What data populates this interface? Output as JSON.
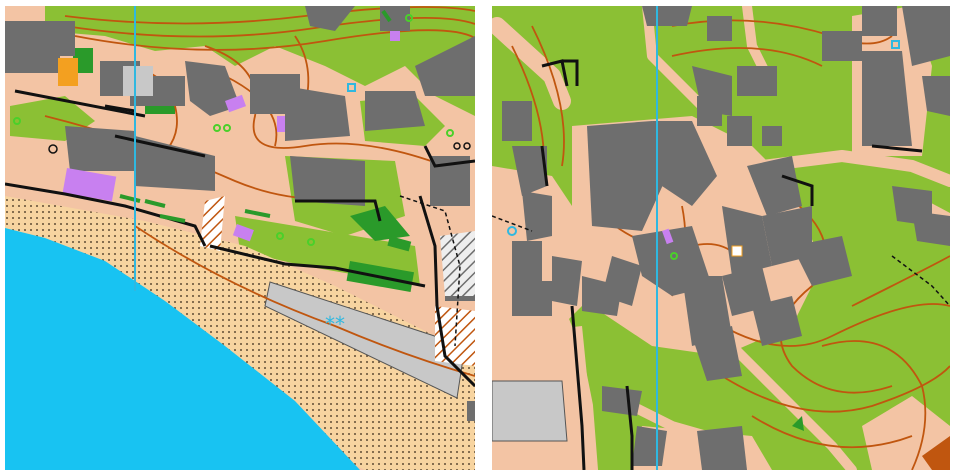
{
  "maps": [
    {
      "name": "left-panel",
      "description_terrain": [
        "sea",
        "beach",
        "paved-area",
        "buildings",
        "forest",
        "contours",
        "grid-line"
      ]
    },
    {
      "name": "right-panel",
      "description_terrain": [
        "open-land",
        "paved-area",
        "buildings",
        "contours",
        "grid-line"
      ]
    }
  ],
  "colors": {
    "paved": "#f3c4a4",
    "building": "#6e6e6e",
    "green_light": "#8bc034",
    "green_dark": "#2a9a2a",
    "sea": "#18c3f2",
    "sand": "#f7d4a0",
    "contour": "#c0560f",
    "grid": "#2fb8e0",
    "purple": "#c880f0",
    "wall": "#111111",
    "concrete": "#c8c8c8",
    "orange": "#f3a020"
  },
  "icons": [
    "star-symbol",
    "circle-symbol"
  ]
}
